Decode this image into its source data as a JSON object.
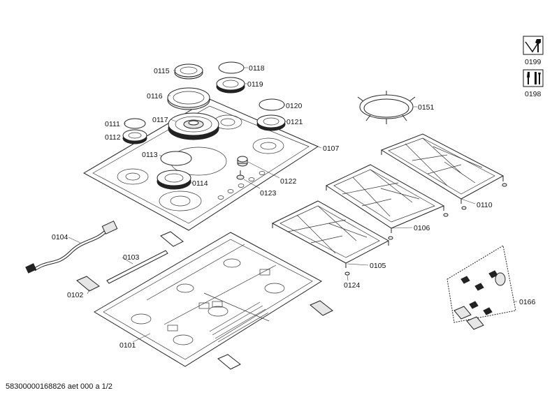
{
  "footer": "58300000168826 aet 000 a 1/2",
  "icons": [
    {
      "name": "repair-instruction-icon",
      "label": "0199"
    },
    {
      "name": "tools-icon",
      "label": "0198"
    }
  ],
  "labels": {
    "p0101": "0101",
    "p0102": "0102",
    "p0103": "0103",
    "p0104": "0104",
    "p0105": "0105",
    "p0106": "0106",
    "p0107": "0107",
    "p0110": "0110",
    "p0111": "0111",
    "p0112": "0112",
    "p0113": "0113",
    "p0114": "0114",
    "p0115": "0115",
    "p0116": "0116",
    "p0117": "0117",
    "p0118": "0118",
    "p0119": "0119",
    "p0120": "0120",
    "p0121": "0121",
    "p0122": "0122",
    "p0123": "0123",
    "p0124": "0124",
    "p0151": "0151",
    "p0166": "0166"
  }
}
